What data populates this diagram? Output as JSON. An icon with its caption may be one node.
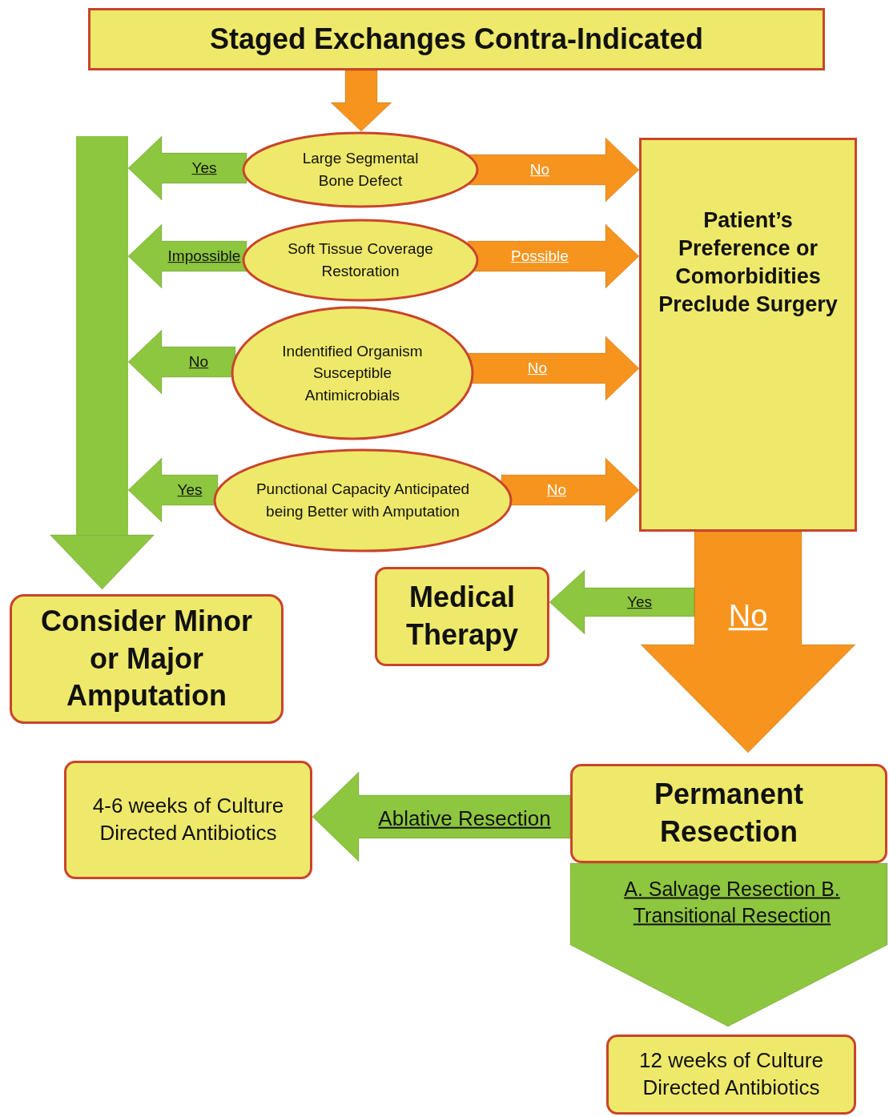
{
  "diagram": {
    "nodes": [
      {
        "text": [
          "Staged Exchanges Contra-Indicated"
        ]
      },
      {
        "text": [
          "Large Segmental Bone Defect"
        ]
      },
      {
        "text": [
          "Soft Tissue Coverage Restoration"
        ]
      },
      {
        "text": [
          "Indentified Organism Susceptible Antimicrobials"
        ]
      },
      {
        "text": [
          "Punctional Capacity Anticipated being Better with Amputation"
        ]
      },
      {
        "text": [
          "Patient’s Preference or Comorbidities Preclude Surgery"
        ]
      },
      {
        "text": [
          "Consider Minor or Major Amputation"
        ]
      },
      {
        "text": [
          "Medical Therapy"
        ]
      },
      {
        "text": [
          "Permanent Resection"
        ]
      },
      {
        "text": [
          "4-6 weeks of Culture Directed Antibiotics"
        ]
      },
      {
        "text": [
          "12 weeks of Culture Directed Antibiotics"
        ]
      },
      {
        "text": [],
        "shape": "bar"
      }
    ],
    "edges": [
      {
        "from": 0,
        "to": 1,
        "arrow": "to",
        "color": "#f7941e"
      },
      {
        "from": 1,
        "to": 11,
        "arrow": "to",
        "label": "Yes"
      },
      {
        "from": 1,
        "to": 5,
        "arrow": "to",
        "label": "No",
        "color": "#f7941e"
      },
      {
        "from": 2,
        "to": 11,
        "arrow": "to",
        "label": "Impossible"
      },
      {
        "from": 2,
        "to": 5,
        "arrow": "to",
        "label": "Possible",
        "color": "#f7941e"
      },
      {
        "from": 3,
        "to": 11,
        "arrow": "to",
        "label": "No"
      },
      {
        "from": 3,
        "to": 5,
        "arrow": "to",
        "label": "No",
        "color": "#f7941e"
      },
      {
        "from": 4,
        "to": 11,
        "arrow": "to",
        "label": "Yes"
      },
      {
        "from": 4,
        "to": 5,
        "arrow": "to",
        "label": "No",
        "color": "#f7941e"
      },
      {
        "from": 5,
        "to": 8,
        "arrow": "to",
        "label": "No",
        "color": "#f7941e"
      },
      {
        "from": 5,
        "to": 7,
        "arrow": "to",
        "label": "Yes"
      },
      {
        "from": 8,
        "to": 9,
        "arrow": "to",
        "label": "Ablative Resection"
      },
      {
        "from": 8,
        "to": 10,
        "arrow": "to",
        "label": "A. Salvage Resection B. Transitional Resection"
      },
      {
        "from": 11,
        "to": 6,
        "arrow": "to"
      }
    ]
  }
}
